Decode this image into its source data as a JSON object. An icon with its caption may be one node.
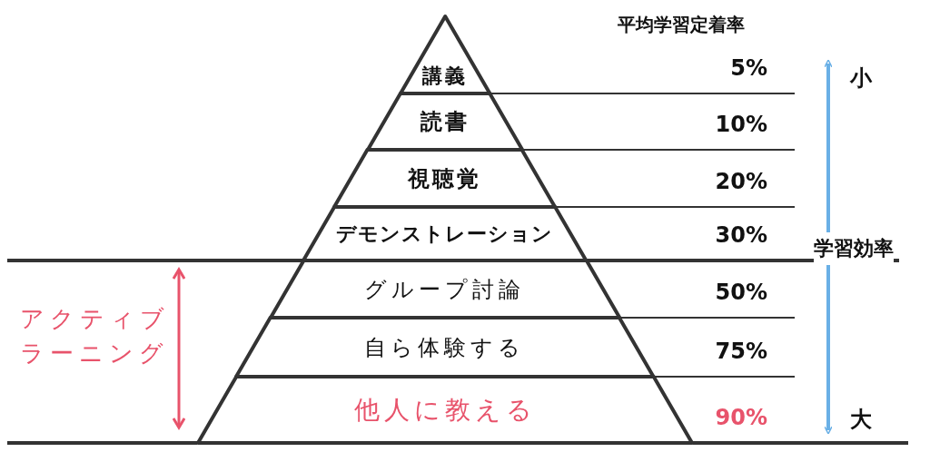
{
  "diagram": {
    "nodes": [
      {
        "text": [
          "講義"
        ]
      },
      {
        "text": [
          "読書"
        ]
      },
      {
        "text": [
          "視聴覚"
        ]
      },
      {
        "text": [
          "デモンストレーション"
        ]
      },
      {
        "text": [
          "グループ討論"
        ]
      },
      {
        "text": [
          "自ら体験する"
        ]
      },
      {
        "text": [
          "他人に教える"
        ]
      }
    ],
    "labels": [
      "平均学習定着率",
      "5%",
      "10%",
      "20%",
      "30%",
      "50%",
      "75%",
      "90%",
      "小",
      "学習効率",
      "大",
      "アクティブラーニング"
    ]
  }
}
